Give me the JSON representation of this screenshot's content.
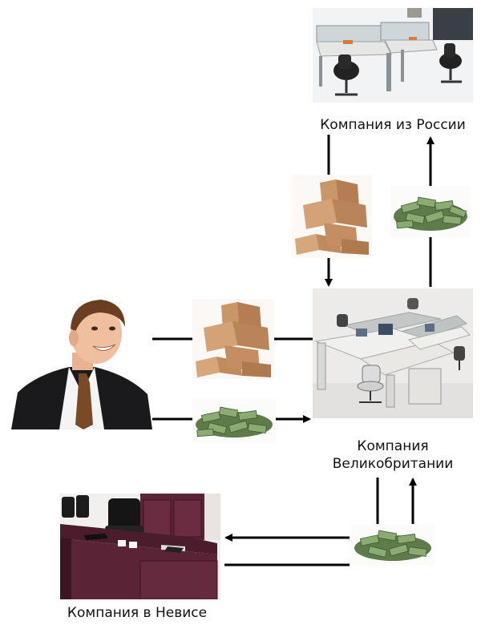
{
  "labels": {
    "russia": "Компания из России",
    "uk_line1": "Компания",
    "uk_line2": "Великобритании",
    "nevis": "Компания в Невисе"
  },
  "icons": {
    "russia_office": "office-cubicles",
    "uk_office": "office-workstations",
    "nevis_office": "executive-office",
    "person": "businessman",
    "goods": "cardboard-boxes",
    "money": "money-stack"
  },
  "colors": {
    "arrow": "#000000",
    "box": "#c8946a",
    "money": "#6f8f5a",
    "wood": "#5a2436"
  }
}
